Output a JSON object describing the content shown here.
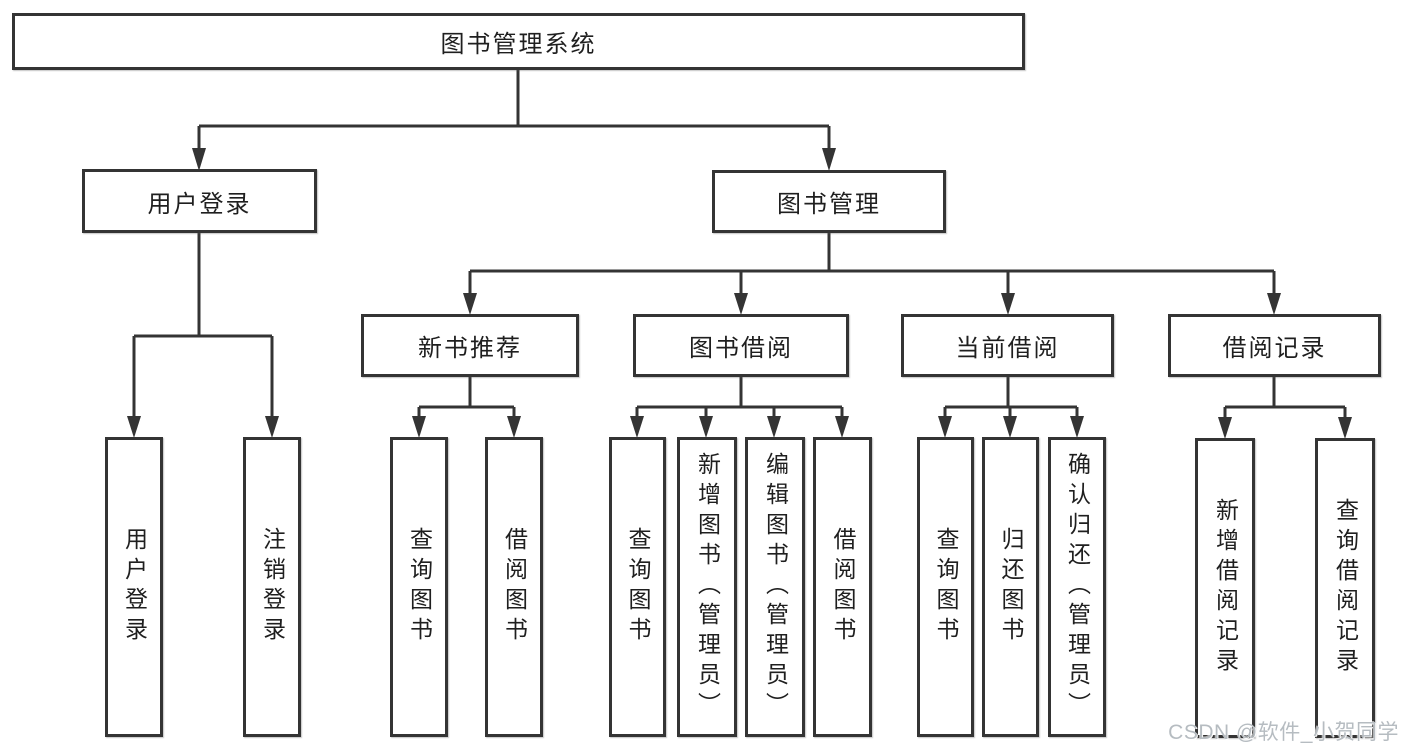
{
  "diagram": {
    "type": "hierarchy-tree",
    "watermark": "CSDN @软件_小贺同学",
    "colors": {
      "line": "#343434",
      "box_border": "#343434",
      "box_background": "#ffffff",
      "text": "#1f1f1f",
      "watermark_text": "#b6bcc1",
      "page_background": "#ffffff"
    },
    "nodes": {
      "root": {
        "label": "图书管理系统"
      },
      "user_login": {
        "label": "用户登录"
      },
      "book_mgmt": {
        "label": "图书管理"
      },
      "new_books": {
        "label": "新书推荐"
      },
      "book_borrow": {
        "label": "图书借阅"
      },
      "current_borrow": {
        "label": "当前借阅"
      },
      "borrow_records": {
        "label": "借阅记录"
      },
      "leaf_user_login": {
        "label": "用户登录"
      },
      "leaf_logout": {
        "label": "注销登录"
      },
      "leaf_nb_query": {
        "label": "查询图书"
      },
      "leaf_nb_borrow": {
        "label": "借阅图书"
      },
      "leaf_bb_query": {
        "label": "查询图书"
      },
      "leaf_bb_add": {
        "label": "新增图书（管理员）"
      },
      "leaf_bb_edit": {
        "label": "编辑图书（管理员）"
      },
      "leaf_bb_borrow": {
        "label": "借阅图书"
      },
      "leaf_cb_query": {
        "label": "查询图书"
      },
      "leaf_cb_return": {
        "label": "归还图书"
      },
      "leaf_cb_confirm": {
        "label": "确认归还（管理员）"
      },
      "leaf_br_add": {
        "label": "新增借阅记录"
      },
      "leaf_br_query": {
        "label": "查询借阅记录"
      }
    },
    "hierarchy": [
      {
        "parent": "root",
        "children": [
          "user_login",
          "book_mgmt"
        ]
      },
      {
        "parent": "user_login",
        "children": [
          "leaf_user_login",
          "leaf_logout"
        ]
      },
      {
        "parent": "book_mgmt",
        "children": [
          "new_books",
          "book_borrow",
          "current_borrow",
          "borrow_records"
        ]
      },
      {
        "parent": "new_books",
        "children": [
          "leaf_nb_query",
          "leaf_nb_borrow"
        ]
      },
      {
        "parent": "book_borrow",
        "children": [
          "leaf_bb_query",
          "leaf_bb_add",
          "leaf_bb_edit",
          "leaf_bb_borrow"
        ]
      },
      {
        "parent": "current_borrow",
        "children": [
          "leaf_cb_query",
          "leaf_cb_return",
          "leaf_cb_confirm"
        ]
      },
      {
        "parent": "borrow_records",
        "children": [
          "leaf_br_add",
          "leaf_br_query"
        ]
      }
    ]
  }
}
